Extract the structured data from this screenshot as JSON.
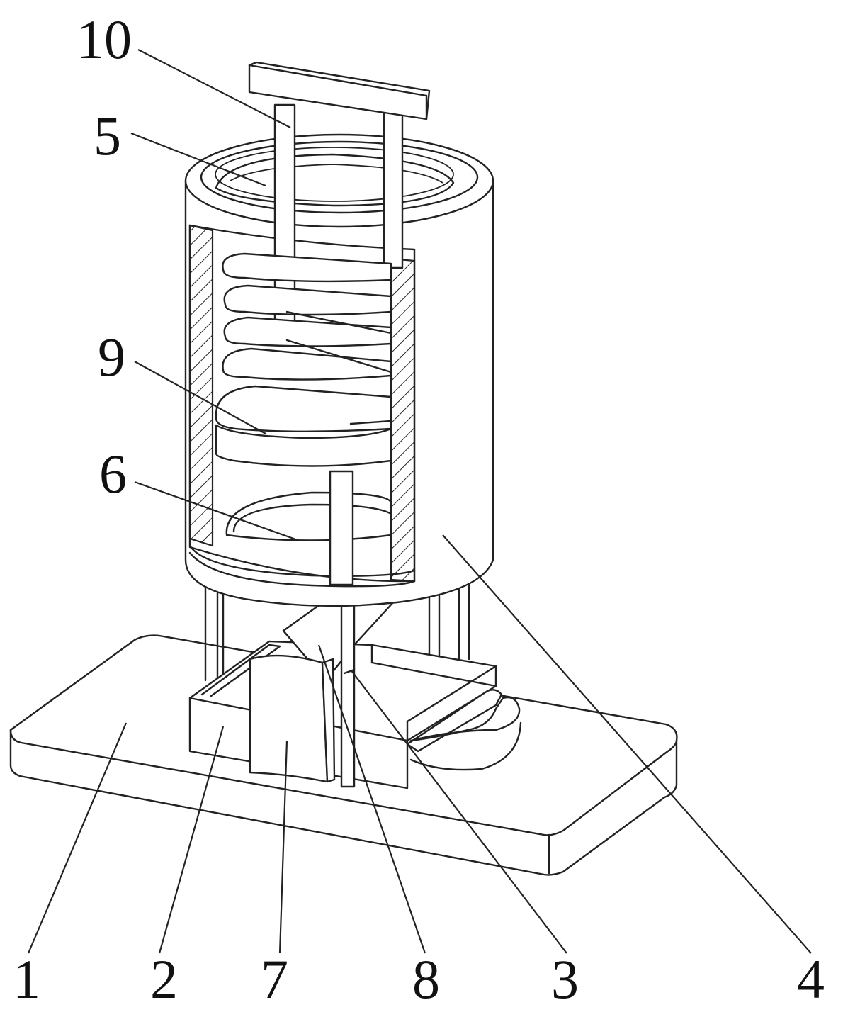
{
  "figure": {
    "callouts": [
      {
        "id": "part-1",
        "label": "1"
      },
      {
        "id": "part-2",
        "label": "2"
      },
      {
        "id": "part-7",
        "label": "7"
      },
      {
        "id": "part-8",
        "label": "8"
      },
      {
        "id": "part-3",
        "label": "3"
      },
      {
        "id": "part-4",
        "label": "4"
      },
      {
        "id": "part-10",
        "label": "10"
      },
      {
        "id": "part-5",
        "label": "5"
      },
      {
        "id": "part-9",
        "label": "9"
      },
      {
        "id": "part-6",
        "label": "6"
      }
    ]
  }
}
